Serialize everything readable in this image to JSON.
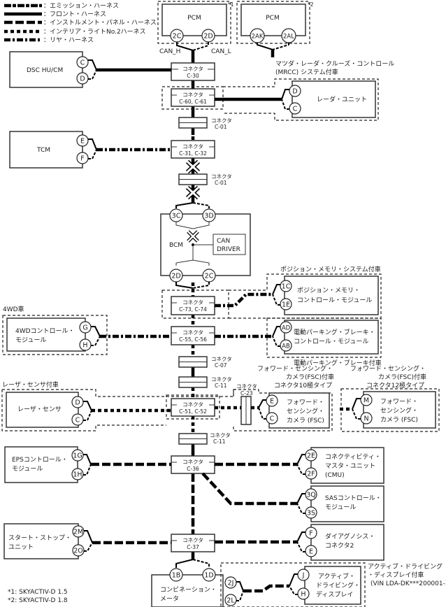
{
  "legend": [
    {
      "style": "emission",
      "label": "：エミッション・ハーネス"
    },
    {
      "style": "front",
      "label": "：フロント・ハーネス"
    },
    {
      "style": "ip",
      "label": "：インストルメント・パネル・ハーネス"
    },
    {
      "style": "int",
      "label": "：インテリア・ライトNo.2ハーネス"
    },
    {
      "style": "rear",
      "label": "：リヤ・ハーネス"
    }
  ],
  "pcm1": {
    "name": "PCM",
    "note": "*1",
    "pins": [
      "2C",
      "2D"
    ]
  },
  "pcm2": {
    "name": "PCM",
    "note": "*2",
    "pins": [
      "2AK",
      "2AL"
    ]
  },
  "can_h": "CAN_H",
  "can_l": "CAN_L",
  "connector_word": "コネクタ",
  "connectors": {
    "c30": "C-30",
    "c60": "C-60, C-61",
    "c01a": "C-01",
    "c31": "C-31, C-32",
    "c01b": "C-01",
    "c73": "C-73, C-74",
    "c55": "C-55, C-56",
    "c07": "C-07",
    "c11a": "C-11",
    "c51": "C-51, C-52",
    "c23": "C-23",
    "c11b": "C-11",
    "c36": "C-36",
    "c37": "C-37"
  },
  "modules": {
    "dsc": {
      "name": "DSC HU/CM",
      "pins": [
        "C",
        "D"
      ]
    },
    "radar": {
      "name": "レーダ・ユニット",
      "pins": [
        "D",
        "C"
      ],
      "option": [
        "マツダ・レーダ・クルーズ・コントロール",
        "(MRCC) システム付車"
      ]
    },
    "tcm": {
      "name": "TCM",
      "pins": [
        "E",
        "F"
      ]
    },
    "bcm": {
      "name": "BCM",
      "pins_top": [
        "3C",
        "3D"
      ],
      "pins_bottom": [
        "2D",
        "2C"
      ],
      "can_driver": [
        "CAN",
        "DRIVER"
      ]
    },
    "pmcm": {
      "name": [
        "ポジション・メモリ・",
        "コントロール・モジュール"
      ],
      "pins": [
        "1C",
        "1E"
      ],
      "option": "ポジション・メモリ・システム付車"
    },
    "fwd4": {
      "name": [
        "4WDコントロール・",
        "モジュール"
      ],
      "pins": [
        "G",
        "H"
      ],
      "option": "4WD車"
    },
    "epb": {
      "name": [
        "電動パーキング・ブレーキ・",
        "コントロール・モジュール"
      ],
      "pins": [
        "AD",
        "AB"
      ],
      "option": "電動パーキング・ブレーキ付車"
    },
    "laser": {
      "name": "レーザ・センサ",
      "pins": [
        "D",
        "C"
      ],
      "option": "レーザ・センサ付車"
    },
    "fsc10": {
      "name": [
        "フォワード・",
        "センシング・",
        "カメラ (FSC)"
      ],
      "pins": [
        "E",
        "C"
      ],
      "option": [
        "フォワード・センシング・",
        "カメラ(FSC)付車",
        "コネクタ10極タイプ"
      ]
    },
    "fsc12": {
      "name": [
        "フォワード・",
        "センシング・",
        "カメラ (FSC)"
      ],
      "pins": [
        "M",
        "N"
      ],
      "option": [
        "フォワード・センシング・",
        "カメラ(FSC)付車",
        "コネクタ12極タイプ"
      ]
    },
    "eps": {
      "name": [
        "EPSコントロール・",
        "モジュール"
      ],
      "pins": [
        "1G",
        "1H"
      ]
    },
    "cmu": {
      "name": [
        "コネクティビティ・",
        "マスタ・ユニット",
        "(CMU)"
      ],
      "pins": [
        "2E",
        "2F"
      ]
    },
    "sas": {
      "name": [
        "SASコントロール・",
        "モジュール"
      ],
      "pins": [
        "3Q",
        "3S"
      ]
    },
    "ssu": {
      "name": [
        "スタート・ストップ・",
        "ユニット"
      ],
      "pins": [
        "2M",
        "2O"
      ]
    },
    "diag": {
      "name": [
        "ダイアグノシス・",
        "コネクタ2"
      ],
      "pins": [
        "F",
        "E"
      ]
    },
    "meter": {
      "name": [
        "コンビネーション・",
        "メータ"
      ],
      "pins": [
        "1B",
        "1D"
      ],
      "pins_right": [
        "2J",
        "2L"
      ]
    },
    "add": {
      "name": [
        "アクティブ・",
        "ドライビング・",
        "ディスプレイ"
      ],
      "pins": [
        "J",
        "H"
      ],
      "option": [
        "アクティブ・ドライビング",
        "・ディスプレイ付車",
        "(VIN LDA-DK***200001-)"
      ]
    }
  },
  "footnotes": [
    "*1: SKYACTIV-D 1.5",
    "*2: SKYACTIV-D 1.8"
  ]
}
